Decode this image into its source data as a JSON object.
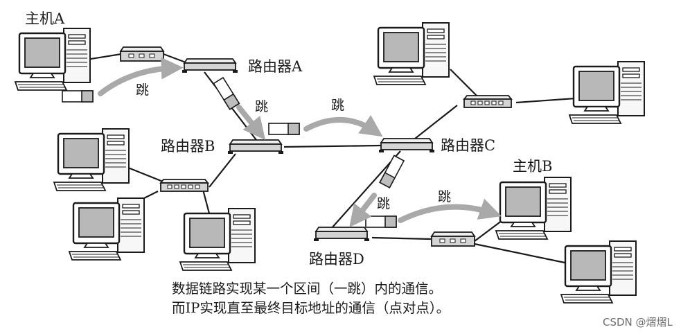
{
  "labels": {
    "host_a": "主机A",
    "host_b": "主机B",
    "router_a": "路由器A",
    "router_b": "路由器B",
    "router_c": "路由器C",
    "router_d": "路由器D"
  },
  "hop_label": "跳",
  "caption": {
    "line1": "数据链路实现某一个区间（一跳）内的通信。",
    "line2": "而IP实现直至最终目标地址的通信（点对点）。"
  },
  "watermark": "CSDN @熠熠L",
  "colors": {
    "line": "#1a1a1a",
    "arrow": "#a9a9a9",
    "device_fill": "#d4d4d4",
    "screen": "#b8b8b8"
  },
  "icons": {
    "computer": "desktop-computer-icon",
    "router": "router-icon",
    "hub": "hub-icon",
    "packet": "packet-icon"
  }
}
